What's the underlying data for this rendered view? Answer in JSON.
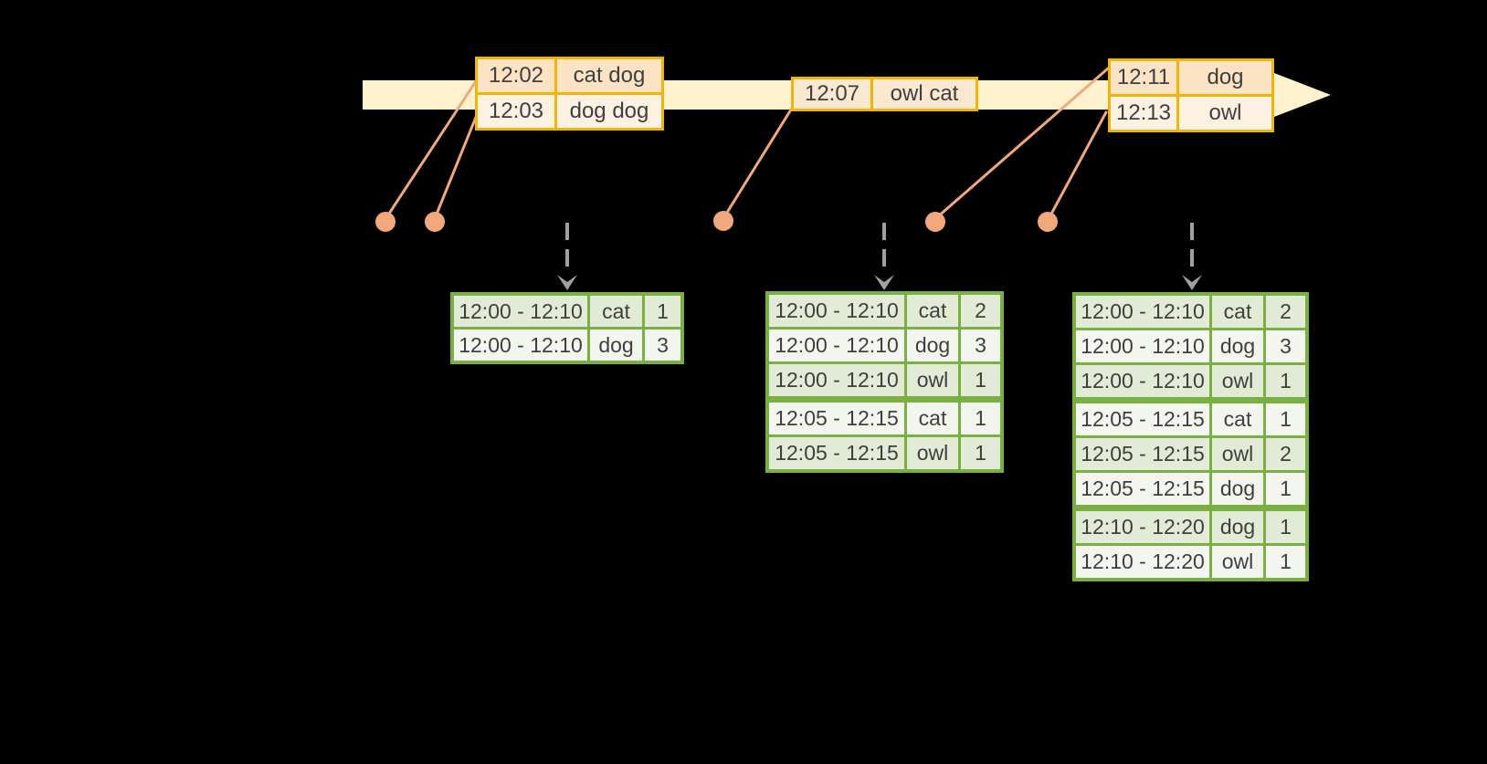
{
  "diagram": {
    "event_tables": [
      {
        "rows": [
          {
            "time": "12:02",
            "words": "cat dog"
          },
          {
            "time": "12:03",
            "words": "dog dog"
          }
        ]
      },
      {
        "rows": [
          {
            "time": "12:07",
            "words": "owl cat"
          }
        ]
      },
      {
        "rows": [
          {
            "time": "12:11",
            "words": "dog"
          },
          {
            "time": "12:13",
            "words": "owl"
          }
        ]
      }
    ],
    "result_tables": [
      {
        "rows": [
          {
            "window": "12:00 - 12:10",
            "word": "cat",
            "count": "1"
          },
          {
            "window": "12:00 - 12:10",
            "word": "dog",
            "count": "3"
          }
        ]
      },
      {
        "rows": [
          {
            "window": "12:00 - 12:10",
            "word": "cat",
            "count": "2"
          },
          {
            "window": "12:00 - 12:10",
            "word": "dog",
            "count": "3"
          },
          {
            "window": "12:00 - 12:10",
            "word": "owl",
            "count": "1"
          },
          {
            "window": "12:05 - 12:15",
            "word": "cat",
            "count": "1"
          },
          {
            "window": "12:05 - 12:15",
            "word": "owl",
            "count": "1"
          }
        ]
      },
      {
        "rows": [
          {
            "window": "12:00 - 12:10",
            "word": "cat",
            "count": "2"
          },
          {
            "window": "12:00 - 12:10",
            "word": "dog",
            "count": "3"
          },
          {
            "window": "12:00 - 12:10",
            "word": "owl",
            "count": "1"
          },
          {
            "window": "12:05 - 12:15",
            "word": "cat",
            "count": "1"
          },
          {
            "window": "12:05 - 12:15",
            "word": "owl",
            "count": "2"
          },
          {
            "window": "12:05 - 12:15",
            "word": "dog",
            "count": "1"
          },
          {
            "window": "12:10 - 12:20",
            "word": "dog",
            "count": "1"
          },
          {
            "window": "12:10 - 12:20",
            "word": "owl",
            "count": "1"
          }
        ]
      }
    ],
    "colors": {
      "background": "#000000",
      "timeline_fill": "#fdf2cd",
      "event_table_border": "#f0b40a",
      "event_row_dark": "#fbe3c3",
      "event_row_light": "#fdf1e2",
      "event_row_medium": "#fae8d1",
      "result_table_border": "#7ab041",
      "result_row_dark": "#e2ebd5",
      "result_row_light": "#f3f6ee",
      "connector": "#f0a87c",
      "trigger_arrow": "#a0a0a0",
      "text": "#3f3f3f"
    }
  }
}
